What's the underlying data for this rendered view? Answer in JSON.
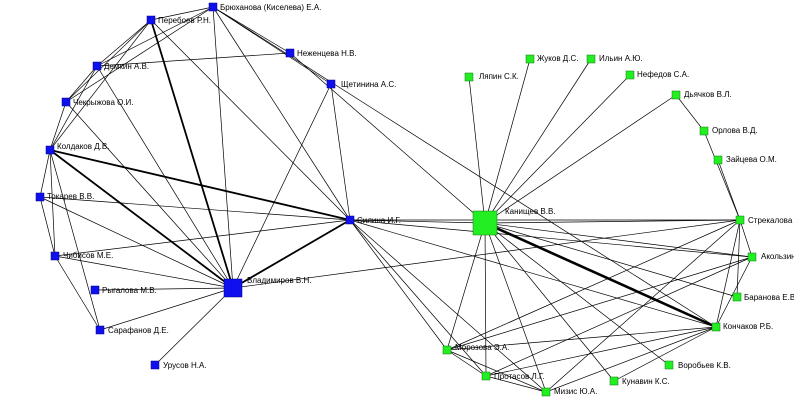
{
  "graph": {
    "colors": {
      "group_a": "#1010ee",
      "group_b": "#22ee22",
      "edge": "#000000",
      "background": "#ffffff"
    },
    "nodes": [
      {
        "id": "bryukhanova",
        "label": "Брюханова (Киселева) Е.А.",
        "group": "a",
        "weight": 1
      },
      {
        "id": "pereboev",
        "label": "Перебоев Р.Н.",
        "group": "a",
        "weight": 1
      },
      {
        "id": "nezhentseva",
        "label": "Неженцева Н.В.",
        "group": "a",
        "weight": 1
      },
      {
        "id": "demkin",
        "label": "Демкин А.В.",
        "group": "a",
        "weight": 1
      },
      {
        "id": "shchetinina",
        "label": "Щетинина А.С.",
        "group": "a",
        "weight": 1
      },
      {
        "id": "chekryzhova",
        "label": "Чекрыжова О.И.",
        "group": "a",
        "weight": 1
      },
      {
        "id": "koldakov",
        "label": "Колдаков Д.В.",
        "group": "a",
        "weight": 1
      },
      {
        "id": "tokarev",
        "label": "Токарев В.В.",
        "group": "a",
        "weight": 1
      },
      {
        "id": "silina",
        "label": "Силина И.Г.",
        "group": "a",
        "weight": 1
      },
      {
        "id": "chibisov",
        "label": "Чибисов М.Е.",
        "group": "a",
        "weight": 1
      },
      {
        "id": "rygalova",
        "label": "Рыгалова М.В.",
        "group": "a",
        "weight": 1
      },
      {
        "id": "vladimirov",
        "label": "Владимиров В.Н.",
        "group": "a",
        "weight": 3
      },
      {
        "id": "sarafanov",
        "label": "Сарафанов Д.Е.",
        "group": "a",
        "weight": 1
      },
      {
        "id": "urusov",
        "label": "Урусов Н.А.",
        "group": "a",
        "weight": 1
      },
      {
        "id": "zhukov",
        "label": "Жуков Д.С.",
        "group": "b",
        "weight": 1
      },
      {
        "id": "ilin",
        "label": "Ильин А.Ю.",
        "group": "b",
        "weight": 1
      },
      {
        "id": "lyapin",
        "label": "Ляпин С.К.",
        "group": "b",
        "weight": 1
      },
      {
        "id": "nefedov",
        "label": "Нефедов С.А.",
        "group": "b",
        "weight": 1
      },
      {
        "id": "dyachkov",
        "label": "Дьячков В.Л.",
        "group": "b",
        "weight": 1
      },
      {
        "id": "orlova",
        "label": "Орлова В.Д.",
        "group": "b",
        "weight": 1
      },
      {
        "id": "zaitseva",
        "label": "Зайцева О.М.",
        "group": "b",
        "weight": 1
      },
      {
        "id": "kanishchev",
        "label": "Канищев В.В.",
        "group": "b",
        "weight": 4
      },
      {
        "id": "strekalova",
        "label": "Стрекалова Е",
        "group": "b",
        "weight": 1
      },
      {
        "id": "akolzin",
        "label": "Акользин",
        "group": "b",
        "weight": 1
      },
      {
        "id": "baranova",
        "label": "Баранова Е.В",
        "group": "b",
        "weight": 1
      },
      {
        "id": "konchakov",
        "label": "Кончаков Р.Б.",
        "group": "b",
        "weight": 1
      },
      {
        "id": "morozova",
        "label": "Морозова Э.А.",
        "group": "b",
        "weight": 1
      },
      {
        "id": "vorobyev",
        "label": "Воробьев К.В.",
        "group": "b",
        "weight": 1
      },
      {
        "id": "protasov",
        "label": "Протасов Л.Г.",
        "group": "b",
        "weight": 1
      },
      {
        "id": "mizis",
        "label": "Мизис Ю.А.",
        "group": "b",
        "weight": 1
      },
      {
        "id": "kunavin",
        "label": "Кунавин К.С.",
        "group": "b",
        "weight": 1
      }
    ],
    "edges": [
      [
        "bryukhanova",
        "pereboev",
        1
      ],
      [
        "bryukhanova",
        "demkin",
        1
      ],
      [
        "bryukhanova",
        "nezhentseva",
        1
      ],
      [
        "bryukhanova",
        "shchetinina",
        1
      ],
      [
        "bryukhanova",
        "silina",
        1
      ],
      [
        "bryukhanova",
        "vladimirov",
        1
      ],
      [
        "bryukhanova",
        "chekryzhova",
        1
      ],
      [
        "bryukhanova",
        "konchakov",
        1
      ],
      [
        "pereboev",
        "demkin",
        1
      ],
      [
        "pereboev",
        "chekryzhova",
        1
      ],
      [
        "pereboev",
        "koldakov",
        1
      ],
      [
        "pereboev",
        "vladimirov",
        2
      ],
      [
        "pereboev",
        "silina",
        1
      ],
      [
        "demkin",
        "chekryzhova",
        1
      ],
      [
        "demkin",
        "koldakov",
        1
      ],
      [
        "demkin",
        "vladimirov",
        1
      ],
      [
        "demkin",
        "nezhentseva",
        1
      ],
      [
        "nezhentseva",
        "kanishchev",
        1
      ],
      [
        "shchetinina",
        "vladimirov",
        1
      ],
      [
        "shchetinina",
        "silina",
        1
      ],
      [
        "chekryzhova",
        "koldakov",
        1
      ],
      [
        "chekryzhova",
        "vladimirov",
        1
      ],
      [
        "koldakov",
        "tokarev",
        1
      ],
      [
        "koldakov",
        "chibisov",
        1
      ],
      [
        "koldakov",
        "silina",
        2
      ],
      [
        "koldakov",
        "vladimirov",
        2
      ],
      [
        "koldakov",
        "sarafanov",
        1
      ],
      [
        "tokarev",
        "chibisov",
        1
      ],
      [
        "tokarev",
        "silina",
        1
      ],
      [
        "tokarev",
        "vladimirov",
        1
      ],
      [
        "chibisov",
        "silina",
        1
      ],
      [
        "chibisov",
        "vladimirov",
        1
      ],
      [
        "chibisov",
        "sarafanov",
        1
      ],
      [
        "rygalova",
        "vladimirov",
        1
      ],
      [
        "sarafanov",
        "vladimirov",
        1
      ],
      [
        "urusov",
        "vladimirov",
        1
      ],
      [
        "silina",
        "vladimirov",
        2
      ],
      [
        "silina",
        "kanishchev",
        1
      ],
      [
        "silina",
        "strekalova",
        1
      ],
      [
        "silina",
        "morozova",
        1
      ],
      [
        "silina",
        "mizis",
        1
      ],
      [
        "silina",
        "protasov",
        1
      ],
      [
        "silina",
        "akolzin",
        1
      ],
      [
        "silina",
        "konchakov",
        1
      ],
      [
        "vladimirov",
        "strekalova",
        1
      ],
      [
        "kanishchev",
        "lyapin",
        1
      ],
      [
        "kanishchev",
        "zhukov",
        1
      ],
      [
        "kanishchev",
        "ilin",
        1
      ],
      [
        "kanishchev",
        "nefedov",
        1
      ],
      [
        "kanishchev",
        "dyachkov",
        1
      ],
      [
        "kanishchev",
        "strekalova",
        1
      ],
      [
        "kanishchev",
        "akolzin",
        1
      ],
      [
        "kanishchev",
        "baranova",
        1
      ],
      [
        "kanishchev",
        "konchakov",
        3
      ],
      [
        "kanishchev",
        "morozova",
        1
      ],
      [
        "kanishchev",
        "vorobyev",
        1
      ],
      [
        "kanishchev",
        "protasov",
        1
      ],
      [
        "kanishchev",
        "mizis",
        1
      ],
      [
        "kanishchev",
        "kunavin",
        1
      ],
      [
        "dyachkov",
        "orlova",
        1
      ],
      [
        "orlova",
        "strekalova",
        1
      ],
      [
        "zaitseva",
        "strekalova",
        1
      ],
      [
        "strekalova",
        "akolzin",
        1
      ],
      [
        "strekalova",
        "baranova",
        1
      ],
      [
        "strekalova",
        "konchakov",
        1
      ],
      [
        "strekalova",
        "morozova",
        1
      ],
      [
        "strekalova",
        "mizis",
        1
      ],
      [
        "akolzin",
        "konchakov",
        1
      ],
      [
        "akolzin",
        "morozova",
        1
      ],
      [
        "akolzin",
        "protasov",
        1
      ],
      [
        "konchakov",
        "morozova",
        1
      ],
      [
        "konchakov",
        "protasov",
        1
      ],
      [
        "konchakov",
        "mizis",
        1
      ],
      [
        "konchakov",
        "kunavin",
        1
      ],
      [
        "morozova",
        "protasov",
        1
      ],
      [
        "morozova",
        "mizis",
        1
      ],
      [
        "protasov",
        "mizis",
        1
      ]
    ]
  }
}
